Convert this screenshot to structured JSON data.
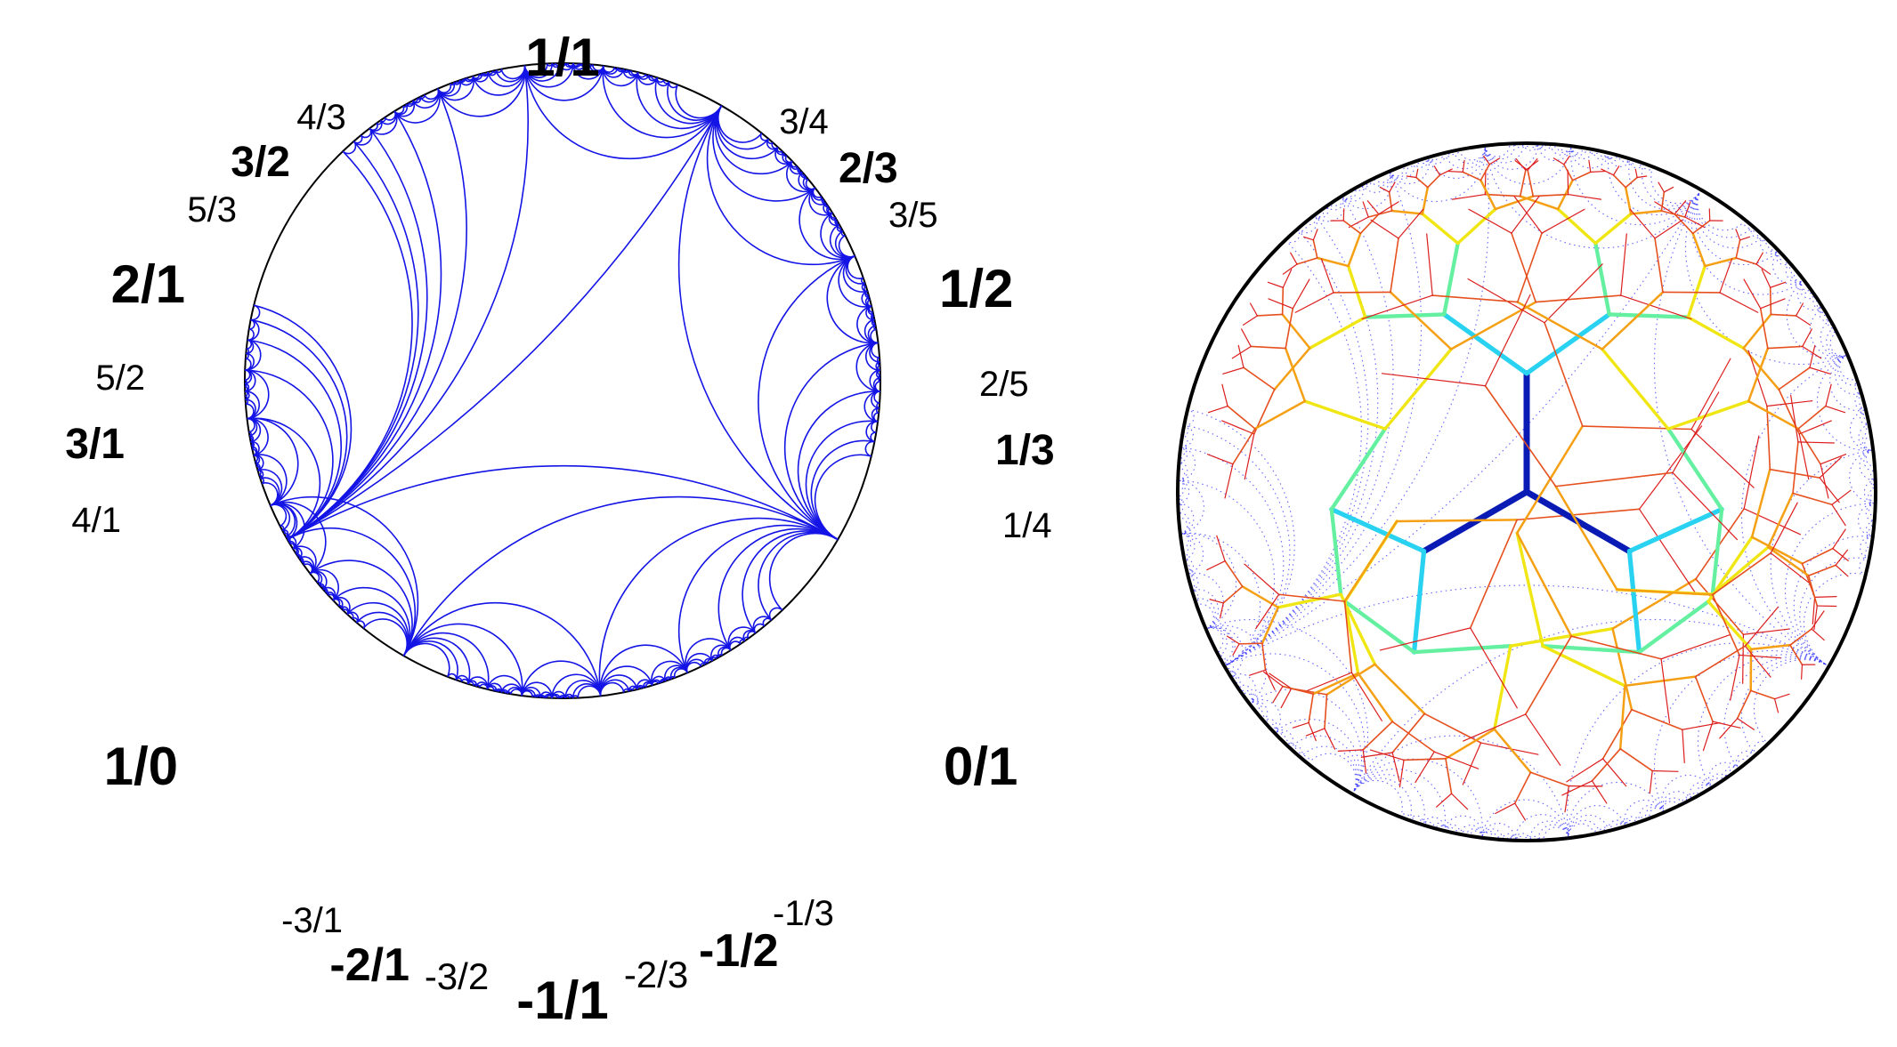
{
  "colors": {
    "background": "#ffffff",
    "circle": "#000000",
    "geodesic": "#1414e6",
    "dotted": "#3c3cff",
    "tree_gradient": [
      "#0a1ab4",
      "#1e64e6",
      "#28d2f0",
      "#64f0a0",
      "#c8f03c",
      "#f0e614",
      "#f5a014",
      "#e6501e",
      "#dc1e1e"
    ]
  },
  "left_diagram": {
    "name": "farey-tessellation",
    "major_labels": [
      {
        "text": "1/1",
        "key": "1/1"
      },
      {
        "text": "1/2",
        "key": "1/2"
      },
      {
        "text": "2/1",
        "key": "2/1"
      },
      {
        "text": "0/1",
        "key": "0/1"
      },
      {
        "text": "1/0",
        "key": "1/0"
      },
      {
        "text": "-1/1",
        "key": "-1/1"
      },
      {
        "text": "2/3",
        "key": "2/3"
      },
      {
        "text": "3/2",
        "key": "3/2"
      },
      {
        "text": "1/3",
        "key": "1/3"
      },
      {
        "text": "3/1",
        "key": "3/1"
      },
      {
        "text": "-2/1",
        "key": "-2/1"
      },
      {
        "text": "-1/2",
        "key": "-1/2"
      }
    ],
    "minor_labels": [
      {
        "text": "4/3",
        "key": "4/3"
      },
      {
        "text": "3/4",
        "key": "3/4"
      },
      {
        "text": "5/3",
        "key": "5/3"
      },
      {
        "text": "3/5",
        "key": "3/5"
      },
      {
        "text": "5/2",
        "key": "5/2"
      },
      {
        "text": "2/5",
        "key": "2/5"
      },
      {
        "text": "4/1",
        "key": "4/1"
      },
      {
        "text": "1/4",
        "key": "1/4"
      },
      {
        "text": "-3/1",
        "key": "-3/1"
      },
      {
        "text": "-1/3",
        "key": "-1/3"
      },
      {
        "text": "-3/2",
        "key": "-3/2"
      },
      {
        "text": "-2/3",
        "key": "-2/3"
      }
    ]
  },
  "right_diagram": {
    "name": "dual-tree-in-disk",
    "tree_depth": 7
  }
}
